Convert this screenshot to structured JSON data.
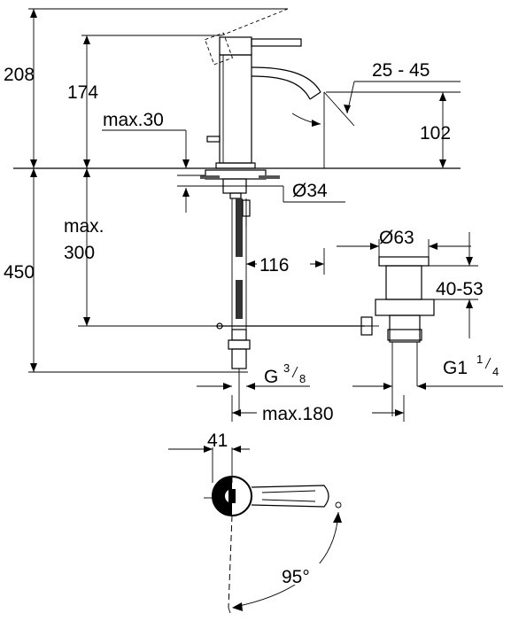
{
  "dimensions": {
    "height_total": "208",
    "spout_height": "174",
    "max_deck": "max.30",
    "angle_range": "25 - 45",
    "outlet_height": "102",
    "hole_diameter": "Ø34",
    "below_deck_line1": "max.",
    "below_deck_line2": "300",
    "below_deck_total": "450",
    "offset": "116",
    "waste_diameter": "Ø63",
    "waste_range": "40-53",
    "thread_inlet_main": "G",
    "thread_inlet_num": "3",
    "thread_inlet_den": "8",
    "thread_waste_main": "G1",
    "thread_waste_num": "1",
    "thread_waste_den": "4",
    "max_pull_rod": "max.180",
    "lever_width": "41",
    "swivel_angle": "95°"
  }
}
